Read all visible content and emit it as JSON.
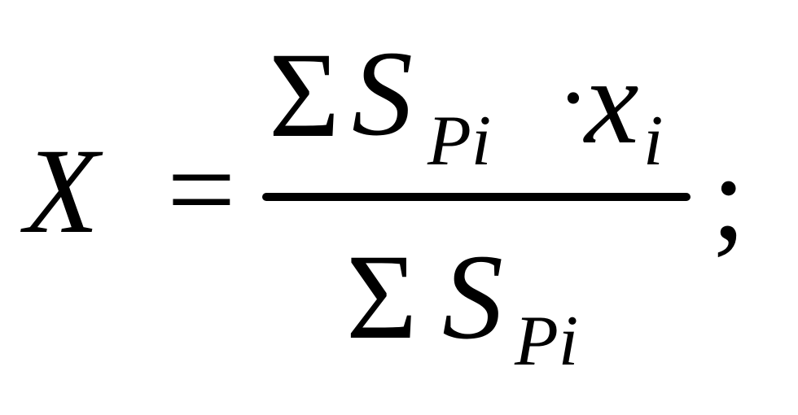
{
  "formula": {
    "lhs": "X",
    "equals": "=",
    "numerator": {
      "sum_symbol": "Σ",
      "variable": "S",
      "variable_subscript": "Pi",
      "operator": "·",
      "factor": "x",
      "factor_subscript": "i"
    },
    "denominator": {
      "sum_symbol": "Σ",
      "variable": "S",
      "variable_subscript": "Pi"
    },
    "terminator": ";"
  }
}
